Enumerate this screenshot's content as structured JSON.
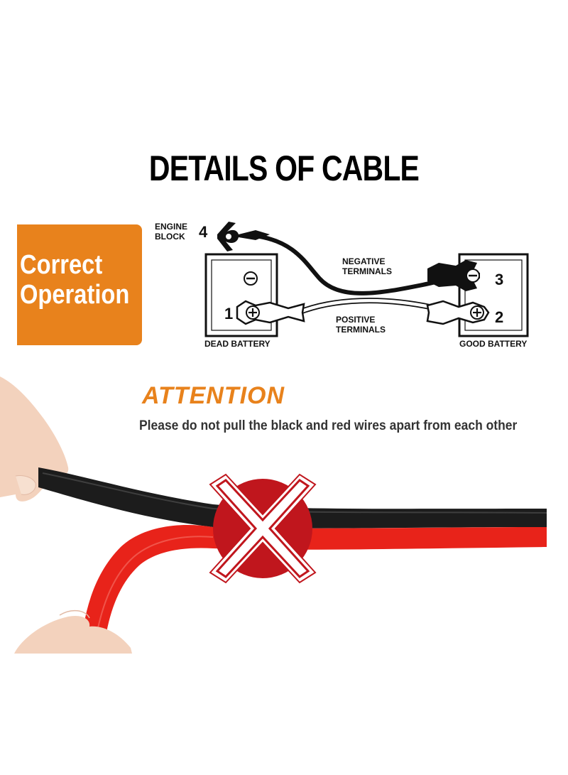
{
  "title": "DETAILS OF CABLE",
  "correct_operation": {
    "line1": "Correct",
    "line2": "Operation",
    "color": "#e8821c"
  },
  "diagram": {
    "engine_block_line1": "ENGINE",
    "engine_block_line2": "BLOCK",
    "num_1": "1",
    "num_2": "2",
    "num_3": "3",
    "num_4": "4",
    "negative_line1": "NEGATIVE",
    "negative_line2": "TERMINALS",
    "positive_line1": "POSITIVE",
    "positive_line2": "TERMINALS",
    "dead_battery": "DEAD BATTERY",
    "good_battery": "GOOD BATTERY"
  },
  "attention": {
    "heading": "ATTENTION",
    "text": "Please do not pull the black and red wires apart from each other",
    "color": "#e8821c"
  },
  "colors": {
    "black_wire": "#1c1c1c",
    "red_wire": "#e8231a",
    "cross_circle": "#c0161d",
    "skin": "#f3d2bd"
  }
}
